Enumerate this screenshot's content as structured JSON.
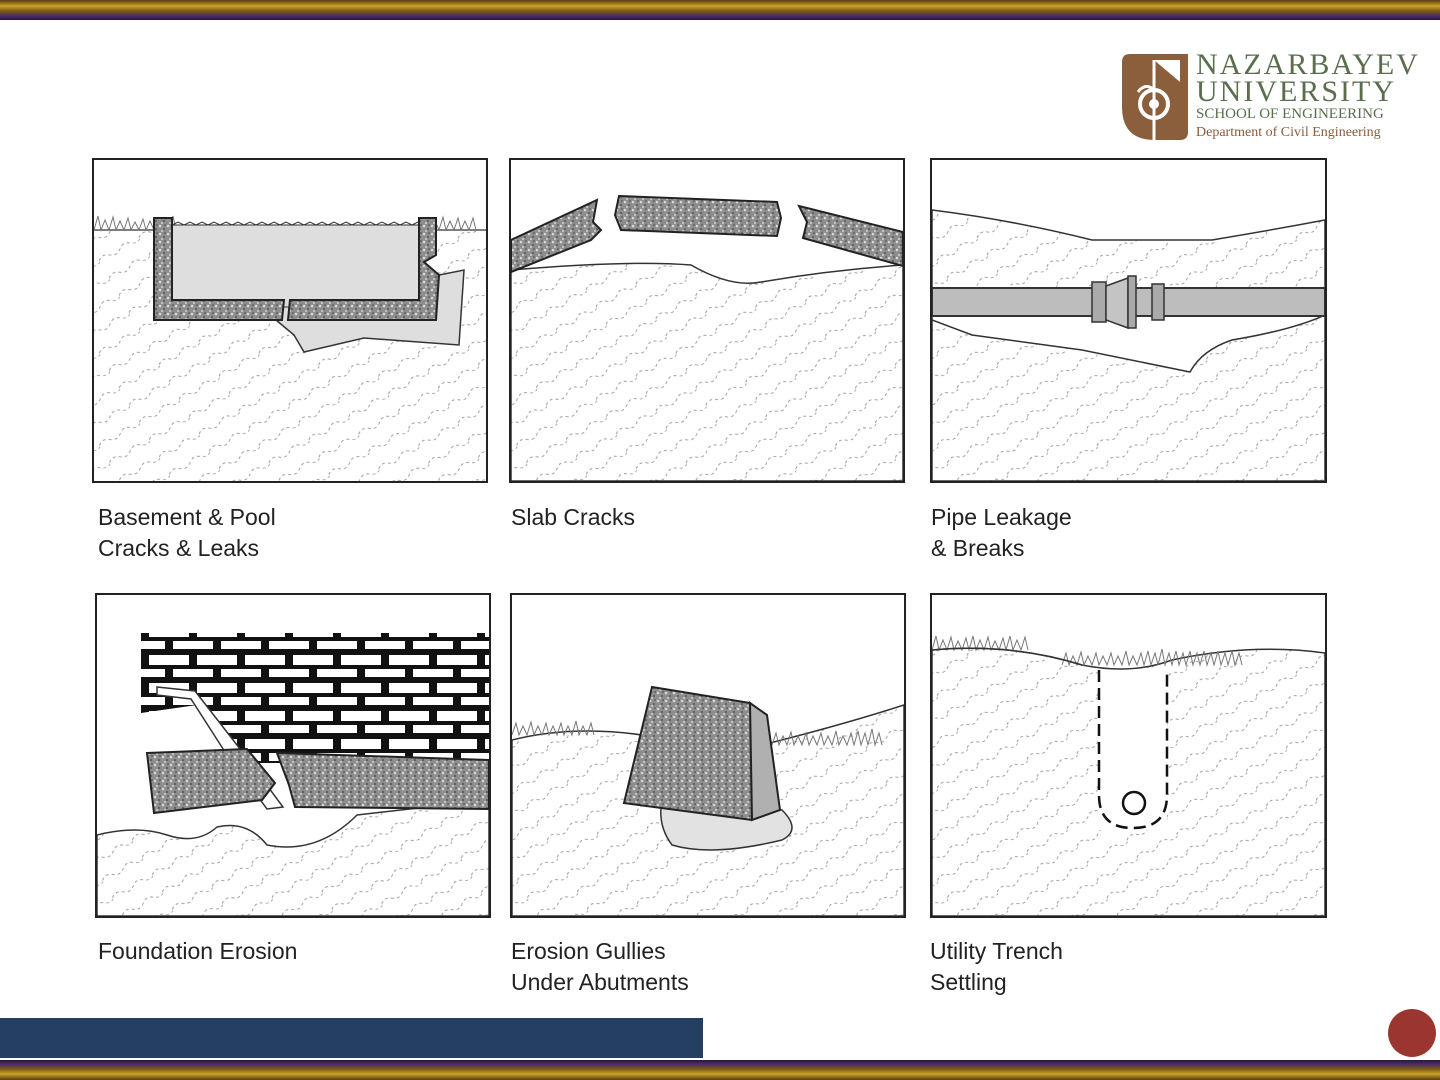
{
  "logo": {
    "line1": "NAZARBAYEV",
    "line2": "UNIVERSITY",
    "line3": "SCHOOL OF ENGINEERING",
    "line4": "Department of Civil Engineering"
  },
  "panels": [
    {
      "caption": "Basement & Pool\nCracks & Leaks"
    },
    {
      "caption": "Slab Cracks"
    },
    {
      "caption": "Pipe Leakage\n& Breaks"
    },
    {
      "caption": "Foundation Erosion"
    },
    {
      "caption": "Erosion Gullies\nUnder Abutments"
    },
    {
      "caption": "Utility Trench\nSettling"
    }
  ],
  "colors": {
    "band_gold": "#c9a227",
    "footer_bar": "#243f62",
    "page_dot": "#9b3530",
    "logo_brown": "#8a5a3a",
    "logo_green": "#5a6e4e"
  }
}
